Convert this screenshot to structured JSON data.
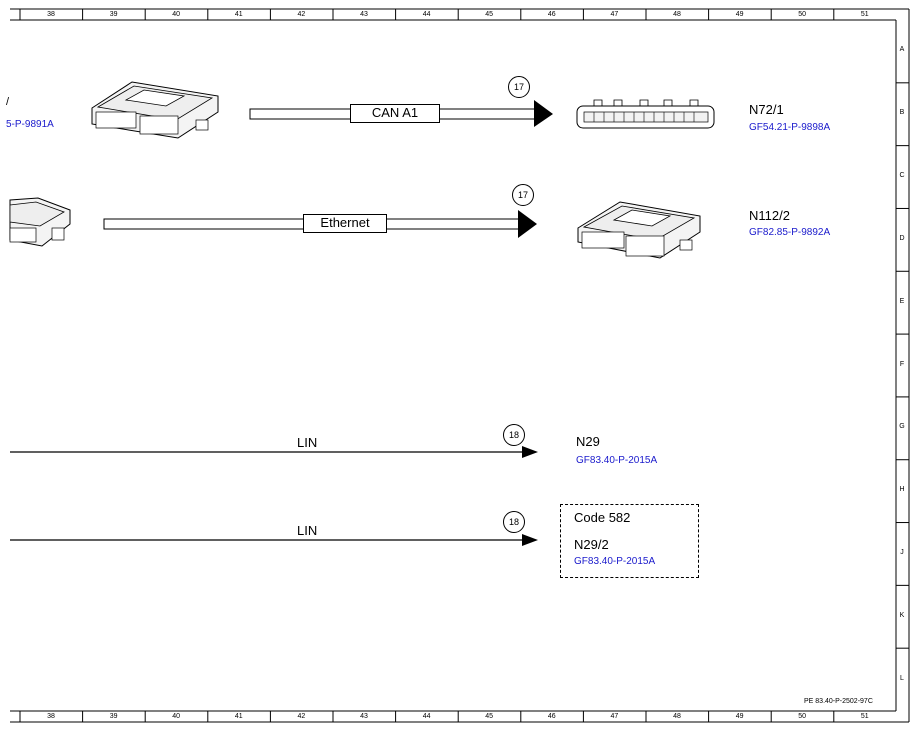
{
  "grid": {
    "columns": [
      "38",
      "39",
      "40",
      "41",
      "42",
      "43",
      "44",
      "45",
      "46",
      "47",
      "48",
      "49",
      "50",
      "51"
    ],
    "rows": [
      "A",
      "B",
      "C",
      "D",
      "E",
      "F",
      "G",
      "H",
      "J",
      "K",
      "L"
    ]
  },
  "connections": [
    {
      "bus": "CAN A1",
      "ref": "17",
      "target_name": "N72/1",
      "target_link": "GF54.21-P-9898A",
      "source_link_partial": "5-P-9891A",
      "source_name_partial": "/"
    },
    {
      "bus": "Ethernet",
      "ref": "17",
      "target_name": "N112/2",
      "target_link": "GF82.85-P-9892A"
    },
    {
      "bus": "LIN",
      "ref": "18",
      "target_name": "N29",
      "target_link": "GF83.40-P-2015A"
    },
    {
      "bus": "LIN",
      "ref": "18",
      "target_name": "N29/2",
      "target_link": "GF83.40-P-2015A",
      "code": "Code 582"
    }
  ],
  "doc_ref": "PE 83.40-P-2502-97C"
}
